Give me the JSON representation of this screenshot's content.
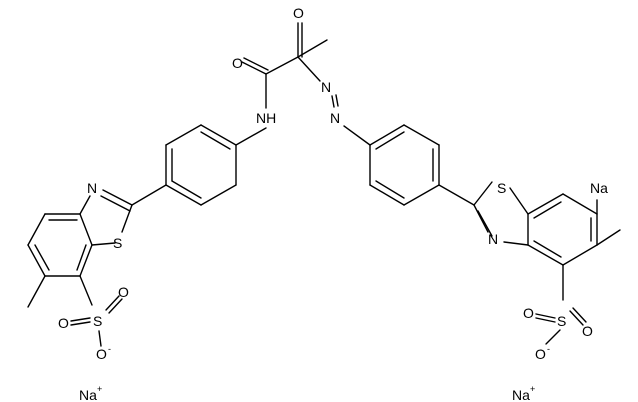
{
  "atoms": {
    "o_ketone": "O",
    "o_amide": "O",
    "nh": "NH",
    "n_azo_1": "N",
    "n_azo_2": "N",
    "n_left_thiazole": "N",
    "s_left_thiazole": "S",
    "s_left_sulfo": "S",
    "o_left_1": "O",
    "o_left_2": "O",
    "o_left_3": "O",
    "n_right_thiazole": "N",
    "s_right_thiazole": "S",
    "na_right": "Na",
    "s_right_sulfo": "S",
    "o_right_1": "O",
    "o_right_2": "O",
    "o_right_3": "O"
  },
  "charges": {
    "left_oxide": "-",
    "right_oxide": "-",
    "na_ion_left": "+",
    "na_ion_right": "+"
  },
  "counter_ions": {
    "left": "Na",
    "right": "Na"
  }
}
